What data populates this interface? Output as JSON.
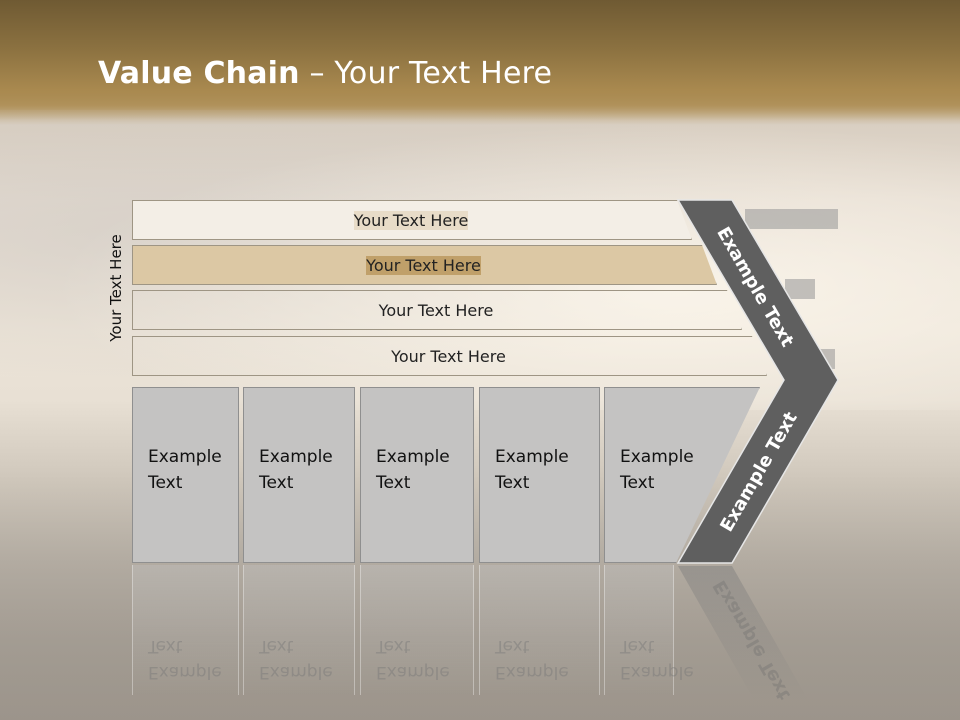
{
  "slide": {
    "title_bold": "Value Chain",
    "title_rest": " – Your Text Here",
    "side_label": "Your Text Here"
  },
  "bars": [
    {
      "label": "Your Text Here",
      "color": "#f3eee6"
    },
    {
      "label": "Your Text Here",
      "color": "#e8dcc8"
    },
    {
      "label": "Your Text Here",
      "color": "#dcc8a4"
    },
    {
      "label": "Your Text Here",
      "color": "#c0a06a"
    }
  ],
  "boxes": [
    {
      "line1": "Example",
      "line2": "Text"
    },
    {
      "line1": "Example",
      "line2": "Text"
    },
    {
      "line1": "Example",
      "line2": "Text"
    },
    {
      "line1": "Example",
      "line2": "Text"
    },
    {
      "line1": "Example",
      "line2": "Text"
    }
  ],
  "chevron": {
    "upper_label": "Example Text",
    "lower_label": "Example Text",
    "color": "#5f5f5f"
  }
}
